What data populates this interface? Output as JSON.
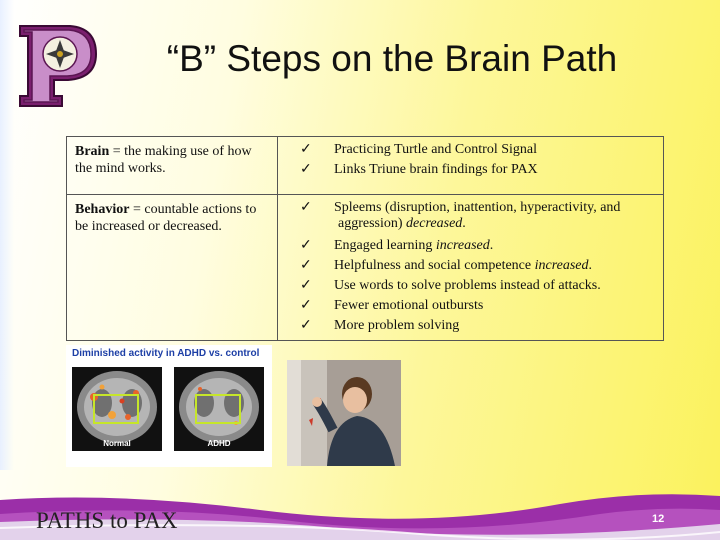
{
  "title": "“B” Steps on the Brain Path",
  "logo": {
    "letter": "P"
  },
  "table": {
    "brain_term": "Brain",
    "brain_def": " = the making use of how the mind works.",
    "behavior_term": "Behavior",
    "behavior_def": " = countable actions to be increased or decreased.",
    "check": "✓",
    "brain_items": [
      "Practicing Turtle and Control Signal",
      "Links Triune brain findings for PAX"
    ],
    "spleems_line1": "Spleems (disruption, inattention, hyperactivity, and",
    "spleems_line2": "aggression) ",
    "spleems_em": "decreased",
    "engaged_text": "Engaged learning ",
    "engaged_em": "increased",
    "helpful_text": "Helpfulness and social competence ",
    "helpful_em": "increased",
    "plain_items": [
      "Use words to solve problems instead of attacks.",
      "Fewer emotional outbursts",
      "More problem solving"
    ]
  },
  "brain_figure": {
    "caption": "Diminished activity in ADHD vs. control",
    "left_label": "Normal",
    "right_label": "ADHD"
  },
  "footer": {
    "text": "PATHS to PAX",
    "page_number": "12"
  },
  "colors": {
    "background_yellow": "#fbf25c",
    "footer_purple": "#9b2fa8",
    "logo_fill": "#c98ec9"
  }
}
